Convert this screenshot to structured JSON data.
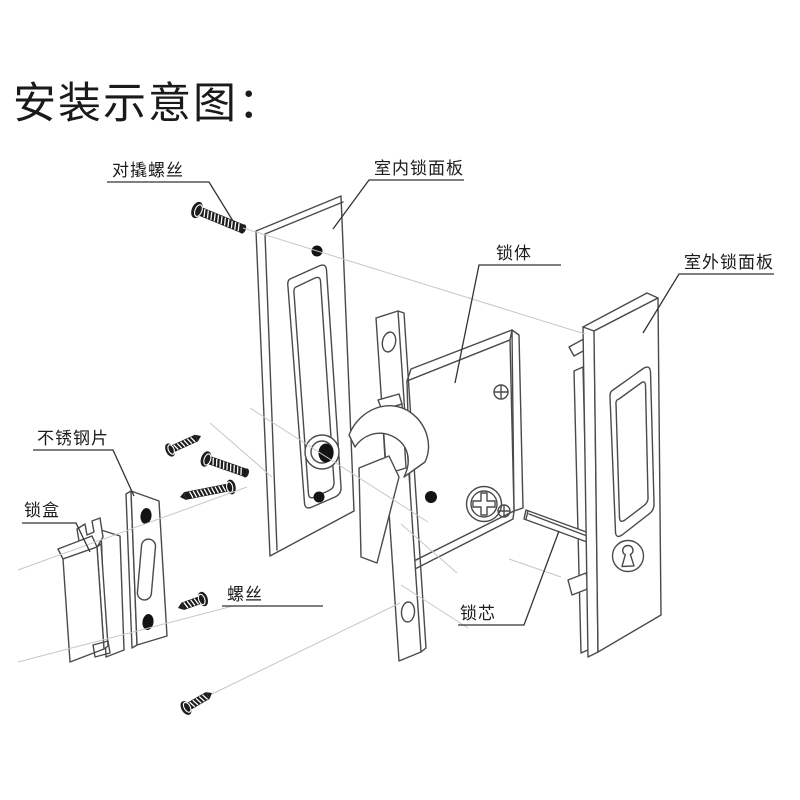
{
  "title": "安装示意图：",
  "labels": {
    "anti_pry_screw": "对撬螺丝",
    "indoor_panel": "室内锁面板",
    "lock_body": "锁体",
    "outdoor_panel": "室外锁面板",
    "stainless_steel_plate": "不锈钢片",
    "lock_box": "锁盒",
    "screw": "螺丝",
    "lock_cylinder": "锁芯"
  },
  "colors": {
    "background": "#ffffff",
    "line_art": "#4a4a4a",
    "screw_dark": "#1d1d1d",
    "guide_line": "#c7c7c7",
    "text": "#1c1c1c"
  }
}
